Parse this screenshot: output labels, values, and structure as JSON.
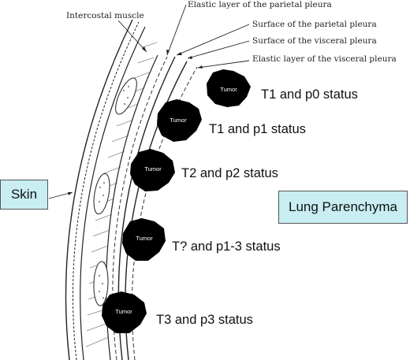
{
  "labels": {
    "intercostal_muscle": "Intercostal muscle",
    "parietal_elastic": "Elastic layer of the parietal pleura",
    "parietal_surface": "Surface of the parietal pleura",
    "visceral_surface": "Surface of the visceral pleura",
    "visceral_elastic": "Elastic layer of the visceral pleura",
    "skin": "Skin",
    "lung": "Lung Parenchyma"
  },
  "tumor_label": "Tumor",
  "statuses": [
    "T1 and p0 status",
    "T1 and p1 status",
    "T2 and p2 status",
    "T? and p1-3 status",
    "T3 and p3 status"
  ],
  "colors": {
    "box_fill": "#c8eef2",
    "tumor_fill": "#000000"
  }
}
